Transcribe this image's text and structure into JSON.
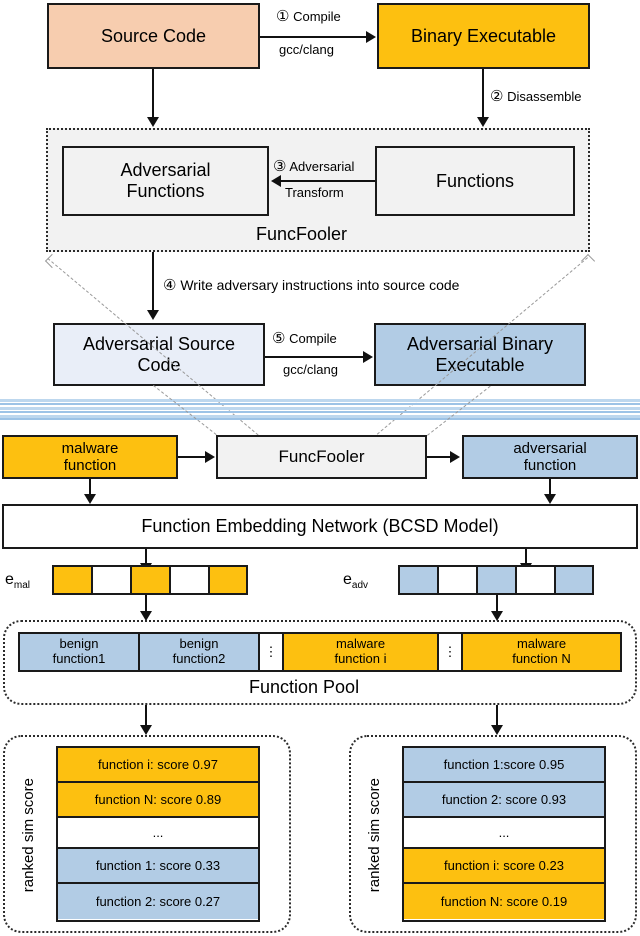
{
  "figure": {
    "title": "FuncFooler adversarial binary code similarity pipeline",
    "colors": {
      "source_code": "#f7cdaf",
      "binary_malware": "#fdc010",
      "adversarial_blue": "#b2cce5",
      "adversarial_source": "#e9eef8",
      "neutral_grey": "#f2f2f2",
      "band_blue": "#9dc3e6"
    }
  },
  "top": {
    "source_code": "Source Code",
    "binary_executable": "Binary Executable",
    "edge_compile_num": "①",
    "edge_compile_label": "Compile",
    "edge_compile_sub": "gcc/clang",
    "edge_disassemble_num": "②",
    "edge_disassemble_label": "Disassemble"
  },
  "funcfooler_block": {
    "container_label": "FuncFooler",
    "adversarial_functions": "Adversarial\nFunctions",
    "adversarial_functions_line1": "Adversarial",
    "adversarial_functions_line2": "Functions",
    "functions": "Functions",
    "edge_transform_num": "③",
    "edge_transform_label": "Adversarial",
    "edge_transform_sub": "Transform"
  },
  "write_back": {
    "num": "④",
    "label": "Write adversary instructions into source code"
  },
  "bottom_top_half": {
    "adv_source_line1": "Adversarial Source",
    "adv_source_line2": "Code",
    "adv_binary_line1": "Adversarial Binary",
    "adv_binary_line2": "Executable",
    "edge_compile_num": "⑤",
    "edge_compile_label": "Compile",
    "edge_compile_sub": "gcc/clang"
  },
  "lower": {
    "malware_function_line1": "malware",
    "malware_function_line2": "function",
    "funcfooler": "FuncFooler",
    "adversarial_function_line1": "adversarial",
    "adversarial_function_line2": "function",
    "embedding_network": "Function Embedding Network (BCSD Model)",
    "e_mal_base": "e",
    "e_mal_sub": "mal",
    "e_adv_base": "e",
    "e_adv_sub": "adv",
    "e_mal_cells": [
      "fill",
      "empty",
      "fill",
      "empty",
      "fill"
    ],
    "e_adv_cells": [
      "fill",
      "empty",
      "fill",
      "empty",
      "fill"
    ]
  },
  "function_pool": {
    "label": "Function Pool",
    "cells": [
      {
        "line1": "benign",
        "line2": "function1",
        "kind": "benign"
      },
      {
        "line1": "benign",
        "line2": "function2",
        "kind": "benign"
      },
      {
        "line1": "",
        "line2": "",
        "kind": "ellipsis"
      },
      {
        "line1": "malware",
        "line2": "function i",
        "kind": "malware"
      },
      {
        "line1": "",
        "line2": "",
        "kind": "ellipsis"
      },
      {
        "line1": "malware",
        "line2": "function N",
        "kind": "malware"
      }
    ]
  },
  "ranked_left": {
    "axis_label": "ranked sim score",
    "rows": [
      {
        "text": "function i: score 0.97",
        "kind": "malware"
      },
      {
        "text": "function N: score 0.89",
        "kind": "malware"
      },
      {
        "text": "...",
        "kind": "gap"
      },
      {
        "text": "function 1: score 0.33",
        "kind": "benign"
      },
      {
        "text": "function 2: score 0.27",
        "kind": "benign"
      }
    ]
  },
  "ranked_right": {
    "axis_label": "ranked sim score",
    "rows": [
      {
        "text": "function 1:score 0.95",
        "kind": "benign"
      },
      {
        "text": "function 2: score 0.93",
        "kind": "benign"
      },
      {
        "text": "...",
        "kind": "gap"
      },
      {
        "text": "function i: score 0.23",
        "kind": "malware"
      },
      {
        "text": "function N: score 0.19",
        "kind": "malware"
      }
    ]
  }
}
